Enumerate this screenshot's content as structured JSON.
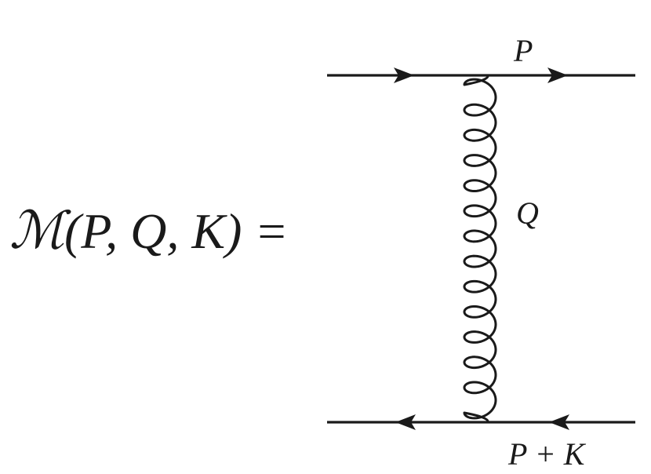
{
  "equation": {
    "lhs_symbol": "ℳ",
    "lhs_args": "(P, Q, K) ="
  },
  "diagram": {
    "top_fermion_label": "P",
    "gluon_label": "Q",
    "bottom_fermion_label": "P + K",
    "top_line_direction": "right",
    "bottom_line_direction": "left",
    "gluon_coils": 13
  }
}
